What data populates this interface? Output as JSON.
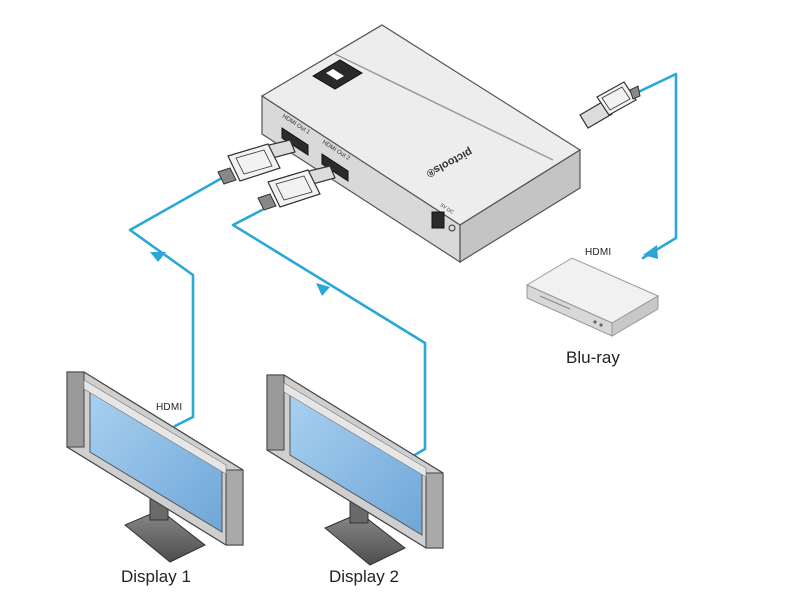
{
  "device": {
    "brand_text": "pictools®",
    "port_out1_label": "HDMI Out 1",
    "port_out2_label": "HDMI Out 2",
    "power_label": "5V DC"
  },
  "source": {
    "name": "Blu-ray",
    "cable_label": "HDMI"
  },
  "displays": [
    {
      "name": "Display 1",
      "cable_label": "HDMI"
    },
    {
      "name": "Display 2"
    }
  ],
  "colors": {
    "cable": "#2aa7d8",
    "device_top": "#eeeeee",
    "device_front": "#dadada",
    "device_side": "#c6c6c6",
    "outline": "#555555",
    "screen": "#8fbfe6",
    "bezel": "#bdbdbd"
  }
}
